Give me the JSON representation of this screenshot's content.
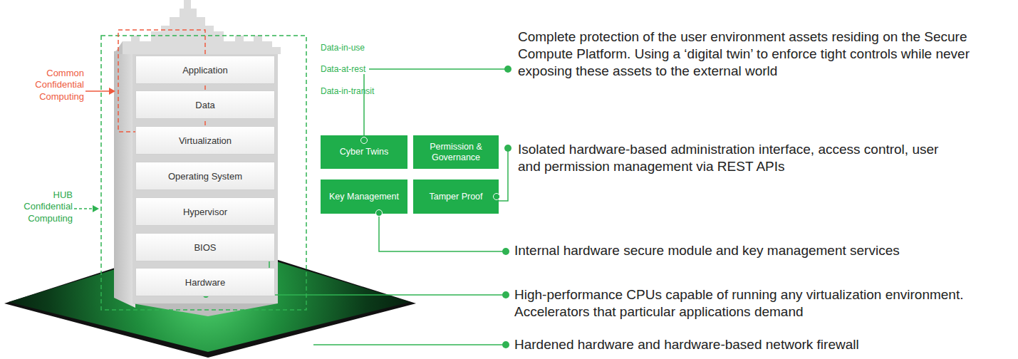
{
  "diagram": {
    "nodes": [
      {
        "text": [
          "Application"
        ]
      },
      {
        "text": [
          "Data"
        ]
      },
      {
        "text": [
          "Virtualization"
        ]
      },
      {
        "text": [
          "Operating System"
        ]
      },
      {
        "text": [
          "Hypervisor"
        ]
      },
      {
        "text": [
          "BIOS"
        ]
      },
      {
        "text": [
          "Hardware"
        ]
      },
      {
        "text": [
          "Cyber Twins"
        ]
      },
      {
        "text": [
          "Permission & Governance"
        ]
      },
      {
        "text": [
          "Key Management"
        ]
      },
      {
        "text": [
          "Tamper Proof"
        ]
      }
    ],
    "labels": [
      "Common Confidential Computing",
      "HUB Confidential Computing",
      "Data-in-use",
      "Data-at-rest",
      "Data-in-transit",
      "Complete protection of the user environment assets residing on the Secure Compute Platform. Using a ‘digital twin’ to enforce tight controls while never exposing these assets to the external world",
      "Isolated hardware-based administration interface, access control, user and permission management via REST APIs",
      "Internal hardware secure module and key management services",
      "High-performance CPUs capable of running any virtualization environment. Accelerators that particular applications demand",
      "Hardened hardware and hardware-based network firewall"
    ]
  }
}
